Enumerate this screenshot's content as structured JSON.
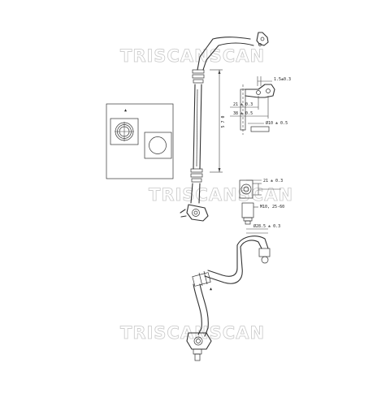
{
  "watermark": {
    "text": "TRISCANSCAN"
  },
  "center_mark": "▲",
  "dimensions": {
    "pipe_length": "5 7 0",
    "top_detail_thickness": "1.5±0.3",
    "top_detail_dim_a": "21 ± 0.3",
    "top_detail_dim_b": "38 ± 0.5",
    "tube_diameter": "Ø10 ± 0.5",
    "fitting_dim": "21 ± 0.3",
    "thread": "M10, 25-60",
    "end_diameter": "Ø28.5 ± 0.3"
  },
  "colors": {
    "line": "#333333",
    "watermark": "#c9c9c9",
    "background": "#ffffff"
  }
}
